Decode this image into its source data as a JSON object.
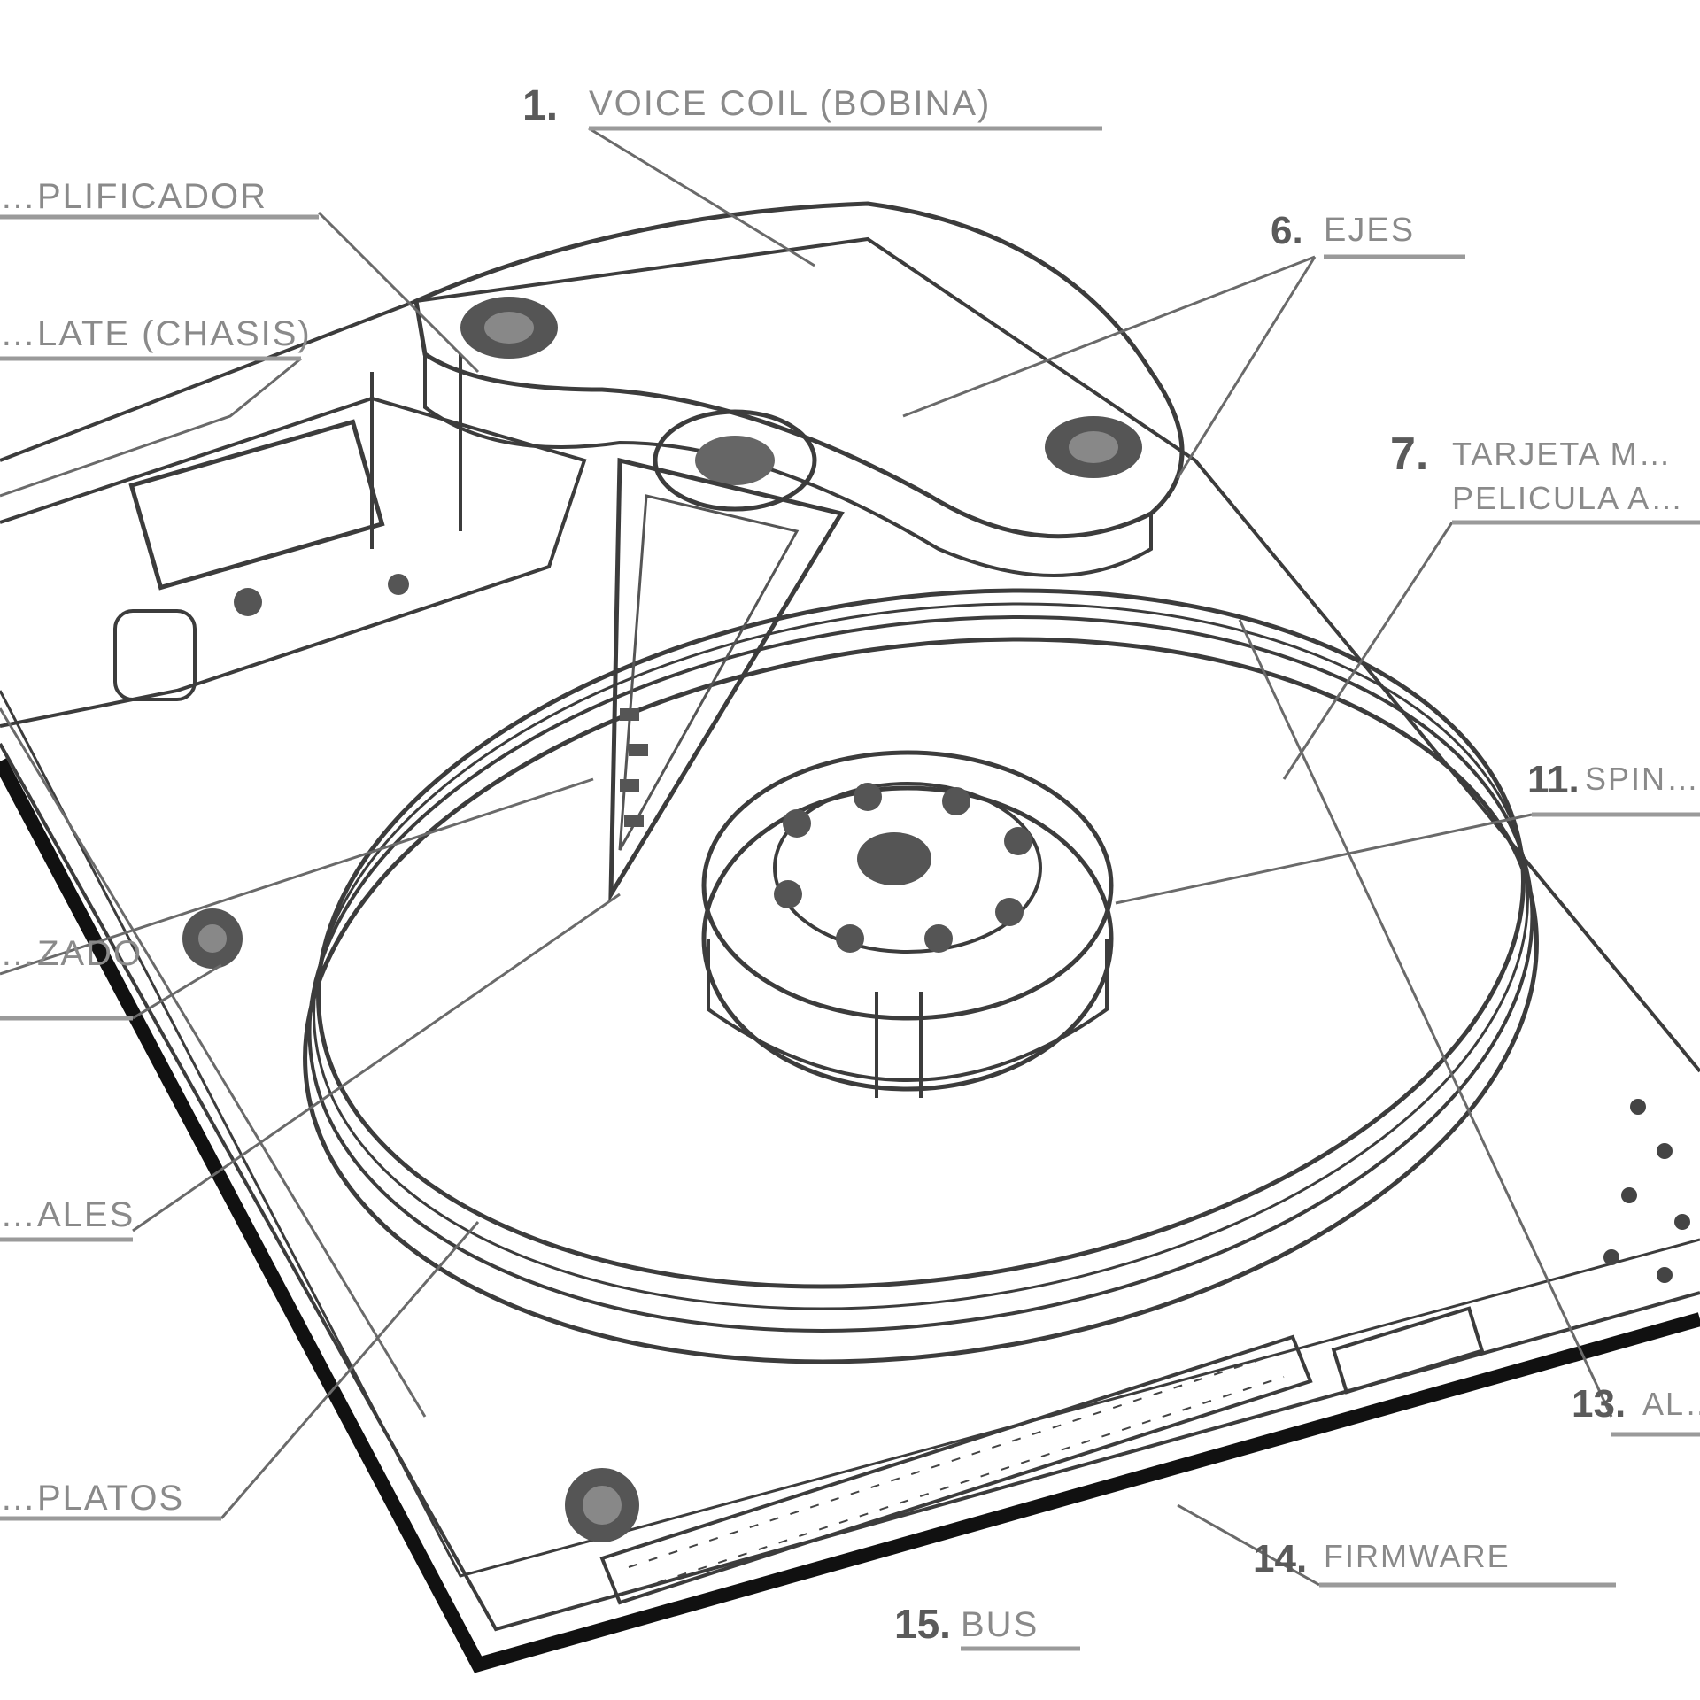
{
  "labels": {
    "l1": {
      "number": "1.",
      "text": "VOICE COIL (BOBINA)"
    },
    "l2": {
      "number": "",
      "text": "…PLIFICADOR"
    },
    "l3": {
      "number": "",
      "text": "…LATE (CHASIS)"
    },
    "l6": {
      "number": "6.",
      "text": "EJES"
    },
    "l7": {
      "number": "7.",
      "text": "TARJETA M…",
      "text2": "PELICULA A…"
    },
    "l11": {
      "number": "11.",
      "text": "SPIN…"
    },
    "left_a": {
      "text": "…ZADO"
    },
    "left_b": {
      "text": "…ALES"
    },
    "left_c": {
      "text": "…PLATOS"
    },
    "l13": {
      "number": "13.",
      "text": "AL…"
    },
    "l14": {
      "number": "14.",
      "text": "FIRMWARE"
    },
    "l15": {
      "number": "15.",
      "text": "BUS"
    }
  },
  "colors": {
    "ink": "#3c3c3c",
    "label": "#8a8a8a",
    "leader": "#6a6a6a"
  }
}
